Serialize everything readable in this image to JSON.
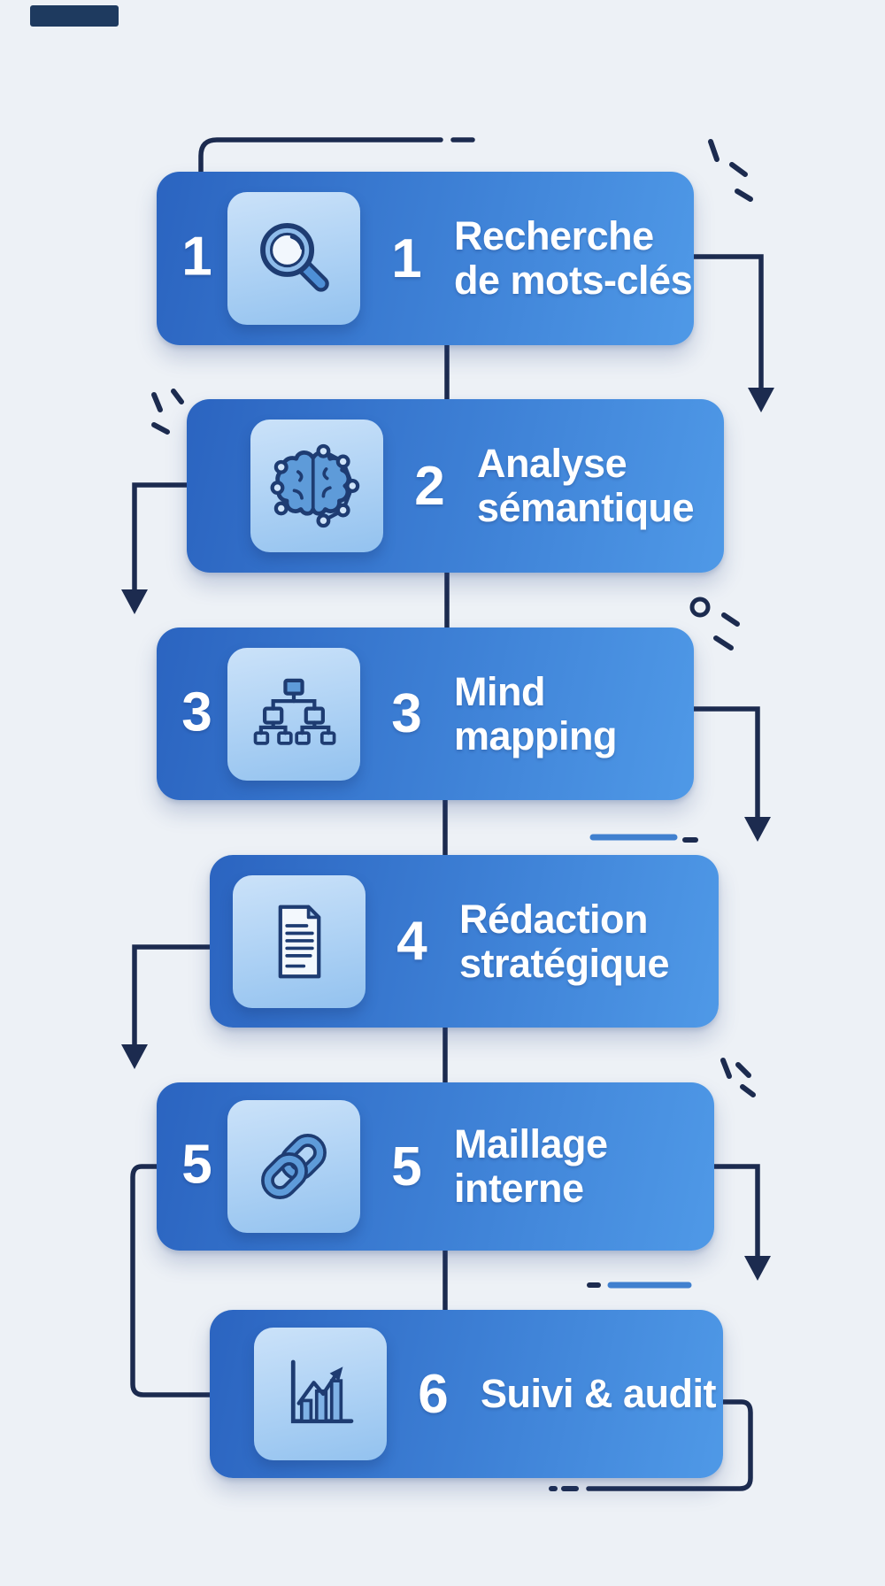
{
  "infographic": {
    "language": "fr",
    "theme": "SEO process flow",
    "colors": {
      "background": "#EDF1F6",
      "card_gradient_start": "#2B64C0",
      "card_gradient_end": "#4F99E7",
      "tile_gradient_start": "#CBE2F9",
      "tile_gradient_end": "#93C2EF",
      "connector_navy": "#1C2B4F",
      "dash_blue": "#4080CF",
      "icon_navy": "#1E3C72",
      "icon_blue_fill": "#5E9BD9",
      "text": "#FFFFFF"
    }
  },
  "steps": [
    {
      "number": "1",
      "edge_number": "1",
      "title_line1": "Recherche",
      "title_line2": "de mots-clés",
      "icon": "magnifier-icon"
    },
    {
      "number": "2",
      "edge_number": "",
      "title_line1": "Analyse",
      "title_line2": "sémantique",
      "icon": "brain-network-icon"
    },
    {
      "number": "3",
      "edge_number": "3",
      "title_line1": "Mind",
      "title_line2": "mapping",
      "icon": "hierarchy-icon"
    },
    {
      "number": "4",
      "edge_number": "",
      "title_line1": "Rédaction",
      "title_line2": "stratégique",
      "icon": "document-icon"
    },
    {
      "number": "5",
      "edge_number": "5",
      "title_line1": "Maillage",
      "title_line2": "interne",
      "icon": "chain-link-icon"
    },
    {
      "number": "6",
      "edge_number": "",
      "title_line1": "Suivi & audit",
      "title_line2": "",
      "icon": "bar-chart-icon"
    }
  ]
}
